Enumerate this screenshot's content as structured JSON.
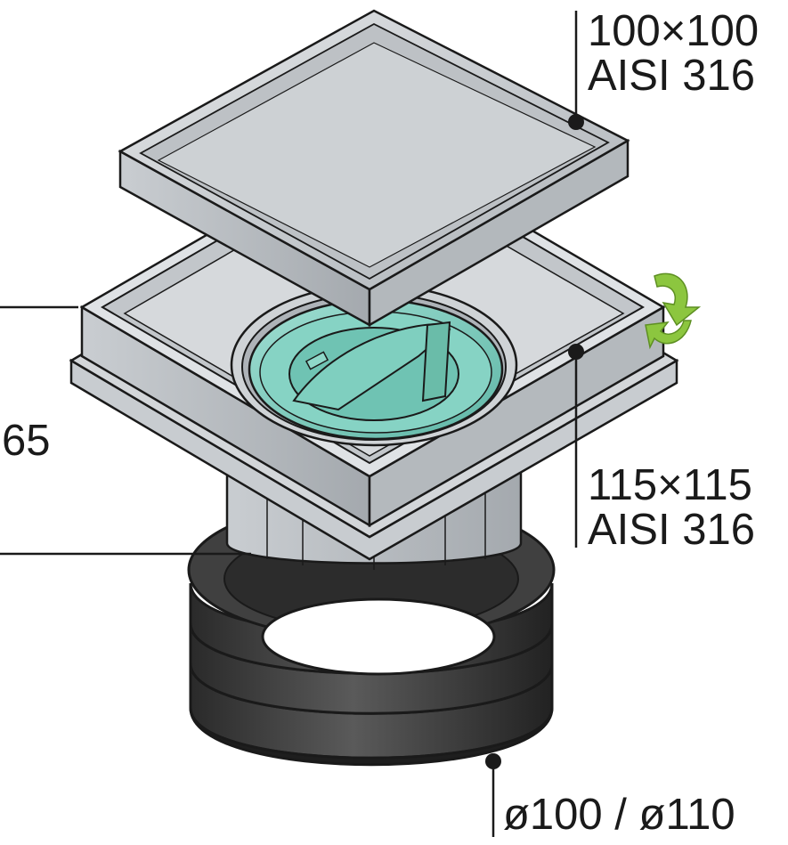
{
  "labels": {
    "top_grate": {
      "line1": "100×100",
      "line2": "AISI 316"
    },
    "frame": {
      "line1": "115×115",
      "line2": "AISI 316"
    },
    "seal": {
      "text": "ø100 / ø110"
    },
    "height": {
      "text": "65"
    }
  },
  "colors": {
    "steel_light": "#d6d9dc",
    "steel_mid": "#b9bdc1",
    "steel_dark": "#9ea3a8",
    "outline": "#1a1a1a",
    "trap_teal": "#7ccfc0",
    "trap_teal_dark": "#5fb6a6",
    "rubber": "#3a3a3a",
    "rubber_dark": "#242424",
    "arrow_green": "#8cc63f"
  }
}
